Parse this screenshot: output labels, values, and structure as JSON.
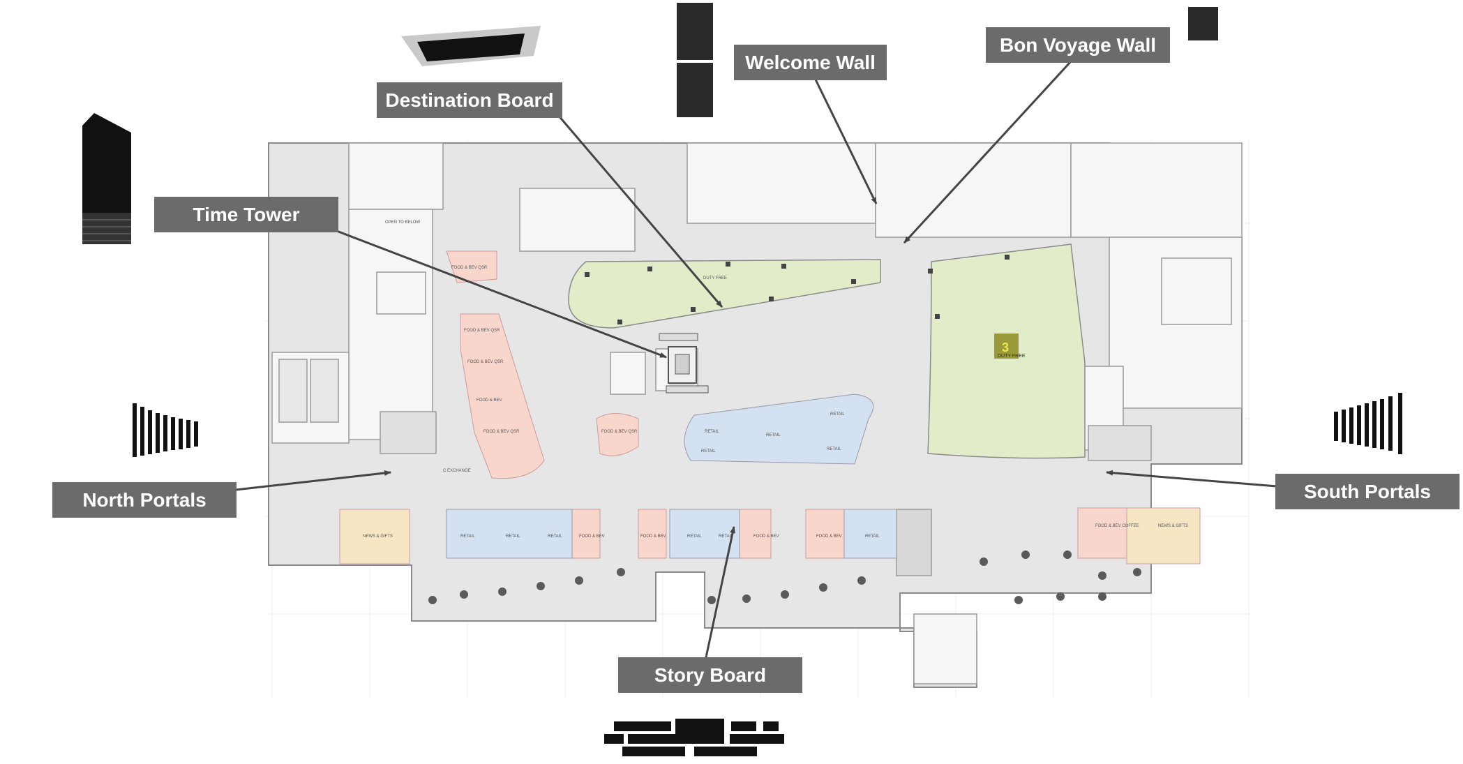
{
  "callouts": {
    "destination_board": "Destination Board",
    "welcome_wall": "Welcome Wall",
    "bon_voyage_wall": "Bon Voyage Wall",
    "time_tower": "Time Tower",
    "north_portals": "North Portals",
    "south_portals": "South Portals",
    "story_board": "Story Board"
  },
  "plan_labels": {
    "duty_free_top": "DUTY FREE",
    "duty_free_marker": "DUTY FREE",
    "marker_number": "3",
    "food_bev_qsr": "FOOD & BEV QSR",
    "food_bev": "FOOD & BEV",
    "food_bev_coffee": "FOOD & BEV COFFEE",
    "retail": "RETAIL",
    "news_gifts": "NEWS & GIFTS",
    "exchange": "C EXCHANGE",
    "open_to_below": "OPEN TO BELOW"
  },
  "colors": {
    "callout_bg": "#6b6b6b",
    "duty_free_zone": "#e3ecc9",
    "food_bev_zone": "#f9d6cc",
    "retail_zone": "#d4e1f0",
    "news_gifts_zone": "#f7e6c4",
    "arrow": "#444444"
  }
}
